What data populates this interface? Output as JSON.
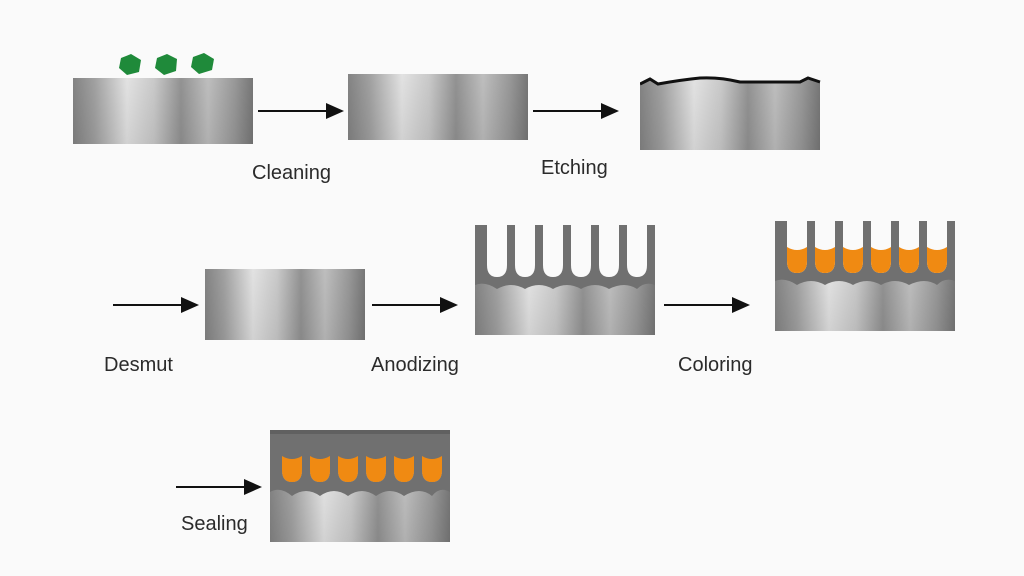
{
  "diagram": {
    "title_visible": false,
    "steps": [
      {
        "id": "initial",
        "label": ""
      },
      {
        "id": "cleaning",
        "label": "Cleaning"
      },
      {
        "id": "etching",
        "label": "Etching"
      },
      {
        "id": "desmut",
        "label": "Desmut"
      },
      {
        "id": "anodizing",
        "label": "Anodizing"
      },
      {
        "id": "coloring",
        "label": "Coloring"
      },
      {
        "id": "sealing",
        "label": "Sealing"
      }
    ],
    "colors": {
      "contaminant": "#1f8a3a",
      "oxide_layer": "#707070",
      "dye": "#f08a12",
      "arrow": "#111111",
      "text": "#2b2b2b"
    },
    "contaminant_count": 3,
    "pore_count": 6
  }
}
